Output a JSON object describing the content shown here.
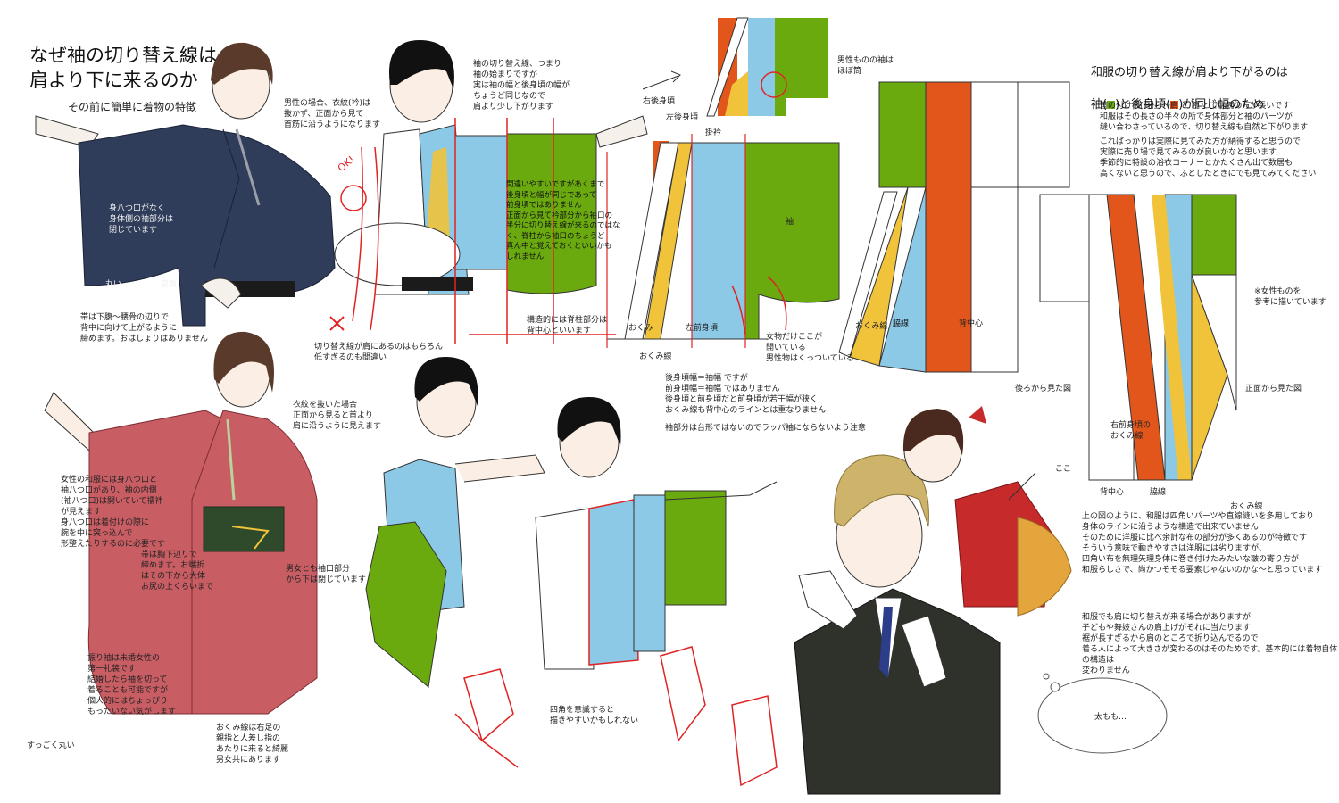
{
  "title": {
    "line1": "なぜ袖の切り替え線は",
    "line2": "肩より下に来るのか"
  },
  "subtitle": "その前に簡単に着物の特徴",
  "colors": {
    "green": "#6aaa0f",
    "blue": "#8cc9e6",
    "orange": "#e2561b",
    "yellow": "#f0c33a",
    "navy": "#2f3c5a",
    "rose": "#c85e64",
    "red": "#e02424"
  },
  "notes": {
    "male_collar": "男性の場合、衣紋(衿)は\n抜かず、正面から見て\n首筋に沿うようになります",
    "miyatsuguchi_male": "身八つ口がなく\n身体側の袖部分は\n閉じています",
    "marui": "丸い",
    "chokkaku": "直角",
    "obi_male": "帯は下腹～腰骨の辺りで\n背中に向けて上がるように\n締めます。おはしょりはありません",
    "seam_explain": "袖の切り替え線、つまり\n袖の始まりですが\n実は袖の幅と後身頃の幅が\nちょうど同じなので\n肩より少し下がります",
    "ok_mark": "OK!",
    "mistake": "間違いやすいですがあくまで\n後身頃と幅が同じであって\n前身頃ではありません\n正面から見て衿部分から袖口の\n半分に切り替え線が来るのではなく、脊柱から袖口のちょうど\n真ん中と覚えておくといいかも\nしれません",
    "too_low": "切り替え線が肩にあるのはもちろん\n低すぎるのも間違い",
    "structure": "構造的には脊柱部分は\n背中心といいます",
    "sode": "袖",
    "male_same_sleeve": "男性ものの袖は\nほぼ筒",
    "migi_ushiro": "右後身頃",
    "hidari_ushiro": "左後身頃",
    "kakeeri": "掛衿",
    "okumi": "おくみ",
    "hidari_mae": "左前身頃",
    "okumisen_label": "おくみ線",
    "onna_only": "女物だけここが\n開いている\n男性物はくっついている",
    "right_header1": "和服の切り替え線が肩より下がるのは",
    "right_header2_a": "袖(",
    "right_header2_b": ")と後身頃(",
    "right_header2_c": ")が同じ幅のため",
    "right_para1": "首の付け根(脊柱)～肩 と 腕 とでは腕の方が長いです\n和服はその長さの半々の所で身体部分と袖のパーツが\n縫い合わさっているので、切り替え線も自然と下がります",
    "right_para2": "これぱっかりは実際に見てみた方が納得すると思うので\n実際に売り場で見てみるのが良いかなと思います\n季節的に特設の浴衣コーナーとかたくさん出て数居も\n高くないと思うので、ふとしたときにでも見てみてください",
    "okumisen": "おくみ線",
    "wakisen": "脇線",
    "sechushin": "背中心",
    "back_view": "後ろから見た図",
    "female_ref": "※女性ものを\n参考に描いています",
    "front_view": "正面から見た図",
    "migi_mae_okumi": "右前身頃の\nおくみ線",
    "sechushin2": "背中心",
    "wakisen2": "脇線",
    "okumisen2": "おくみ線",
    "width_eq": "後身頃幅＝袖幅 ですが\n前身頃幅＝袖幅 ではありません\n後身頃と前身頃だと前身頃が若干幅が狭く\nおくみ線も背中心のラインとは重なりません",
    "rappa": "袖部分は台形ではないのでラッパ袖にならないよう注意",
    "female_collar": "衣紋を抜いた場合\n正面から見ると首より\n肩に沿うように見えます",
    "female_kimono": "女性の和服には身八つ口と\n袖八つ口があり、袖の内側\n(袖八つ口)は開いていて襦袢\nが見えます\n身八つ口は着付けの際に\n腕を中に突っ込んで\n形整えたりするのに必要です",
    "obi_female": "帯は胸下辺りで\n締めます。お端折\nはその下から大体\nお尻の上くらいまで",
    "both_closed": "男女とも袖口部分\nから下は閉じています",
    "furisode": "振り袖は未婚女性の\n第一礼装です\n結婚したら袖を切って\n着ることも可能ですが\n個人的にはちょっぴり\nもったいない気がします",
    "sugoku_marui": "すっごく丸い",
    "okumisen_foot": "おくみ線は右足の\n親指と人差し指の\nあたりに来ると綺麗\n男女共にあります",
    "shikaku": "四角を意識すると\n描きやすいかもしれない",
    "koko": "ここ",
    "bottom_para1": "上の図のように、和服は四角いパーツや直線縫いを多用しており\n身体のラインに沿うような構造で出来ていません\nそのために洋服に比べ余計な布の部分が多くあるのが特徴です\nそういう意味で動きやすさは洋服には劣りますが、\n四角い布を無理矢理身体に巻き付けたみたいな皺の寄り方が\n和服らしさで、尚かつそそる要素じゃないのかな～と思っています",
    "bottom_para2": "和服でも肩に切り替えが来る場合がありますが\n子どもや舞妓さんの肩上げがそれに当たります\n裾が長すぎるから肩のところで折り込んでるので\n着る人によって大きさが変わるのはそのためです。基本的には着物自体の構造は\n変わりません",
    "futomomo": "太もも…"
  }
}
